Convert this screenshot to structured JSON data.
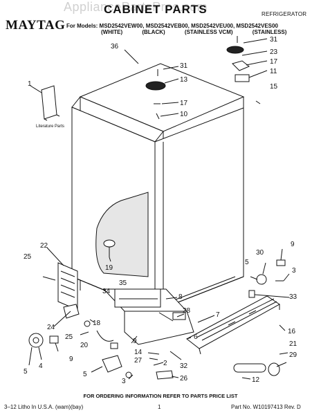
{
  "header": {
    "brand": "MAYTAG",
    "title": "CABINET PARTS",
    "watermark": "AppliancePartsPros.com",
    "category": "REFRIGERATOR",
    "models_line": "For Models: MSD2542VEW00, MSD2542VEB00, MSD2542VEU00, MSD2542VES00",
    "variants": [
      "(WHITE)",
      "(BLACK)",
      "(STAINLESS VCM)",
      "(STAINLESS)"
    ]
  },
  "literature_label": "Literature Parts",
  "callouts": {
    "c36": "36",
    "c31a": "31",
    "c13": "13",
    "c17a": "17",
    "c10": "10",
    "c31b": "31",
    "c23": "23",
    "c17b": "17",
    "c11": "11",
    "c15": "15",
    "c1": "1",
    "c22": "22",
    "c25a": "25",
    "c19": "19",
    "c9a": "9",
    "c30": "30",
    "c5a": "5",
    "c3a": "3",
    "c35": "35",
    "c34": "34",
    "c8": "8",
    "c33": "33",
    "c7": "7",
    "c28": "28",
    "c24": "24",
    "c18": "18",
    "c25b": "25",
    "c20": "20",
    "c6": "6",
    "c16": "16",
    "c9b": "9",
    "c14": "14",
    "c27": "27",
    "c32": "32",
    "c21": "21",
    "c29": "29",
    "c5b": "5",
    "c4": "4",
    "c9c": "9",
    "c2": "2",
    "c12": "12",
    "c3b": "3",
    "c26": "26",
    "c5c": "5"
  },
  "footer": {
    "info": "FOR ORDERING INFORMATION REFER TO PARTS PRICE LIST",
    "litho": "3–12 Litho In U.S.A. (wam)(bay)",
    "page": "1",
    "part_no": "Part No. W10197413 Rev. D"
  }
}
